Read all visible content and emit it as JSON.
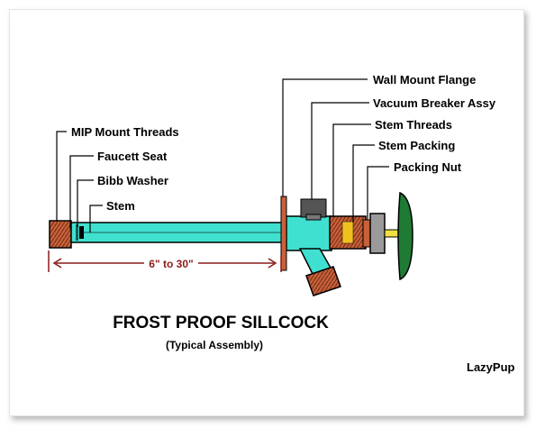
{
  "title": "FROST PROOF SILLCOCK",
  "subtitle": "(Typical Assembly)",
  "credit": "LazyPup",
  "dimension": "6\" to 30\"",
  "labels": {
    "mip_mount_threads": "MIP Mount Threads",
    "faucett_seat": "Faucett Seat",
    "bibb_washer": "Bibb Washer",
    "stem": "Stem",
    "wall_mount_flange": "Wall Mount Flange",
    "vacuum_breaker_assy": "Vacuum Breaker Assy",
    "stem_threads": "Stem Threads",
    "stem_packing": "Stem Packing",
    "packing_nut": "Packing Nut"
  },
  "colors": {
    "pipe": "#40e0d0",
    "brass": "#c8603a",
    "handle": "#1f7a34",
    "dimension": "#8b1a1a",
    "vacuum_breaker": "#555555"
  }
}
